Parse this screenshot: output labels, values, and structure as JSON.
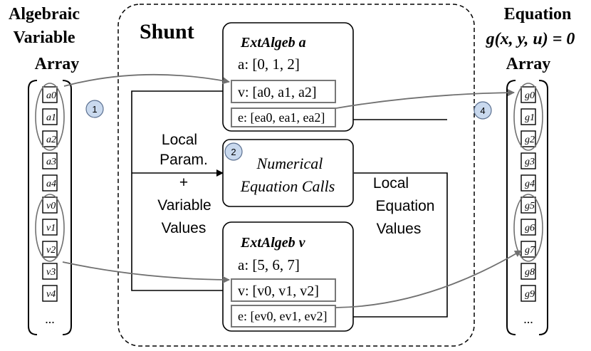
{
  "left_title": [
    "Algebraic",
    "Variable",
    "Array"
  ],
  "right_title": [
    "Equation",
    "g(x, y, u) = 0",
    "Array"
  ],
  "shunt_label": "Shunt",
  "left_cells": [
    "a0",
    "a1",
    "a2",
    "a3",
    "a4",
    "v0",
    "v1",
    "v2",
    "v3",
    "v4"
  ],
  "right_cells": [
    "g0",
    "g1",
    "g2",
    "g3",
    "g4",
    "g5",
    "g6",
    "g7",
    "g8",
    "g9"
  ],
  "ellipsis": "...",
  "ext_a": {
    "title": "ExtAlgeb a",
    "a_line": "a: [0, 1, 2]",
    "v_line": "v: [a0, a1, a2]",
    "e_line": "e: [ea0, ea1, ea2]"
  },
  "ext_v": {
    "title": "ExtAlgeb v",
    "a_line": "a: [5, 6, 7]",
    "v_line": "v: [v0, v1, v2]",
    "e_line": "e: [ev0, ev1, ev2]"
  },
  "numerical": [
    "Numerical",
    "Equation Calls"
  ],
  "local_param": [
    "Local",
    "Param.",
    "+",
    "Variable",
    "Values"
  ],
  "local_eq": [
    "Local",
    "Equation",
    "Values"
  ],
  "steps": [
    "1",
    "2",
    "4"
  ],
  "colors": {
    "line": "#000000",
    "gray_arrow": "#707070",
    "circle_fill": "#c9d9ee",
    "circle_stroke": "#5a6f8f"
  }
}
